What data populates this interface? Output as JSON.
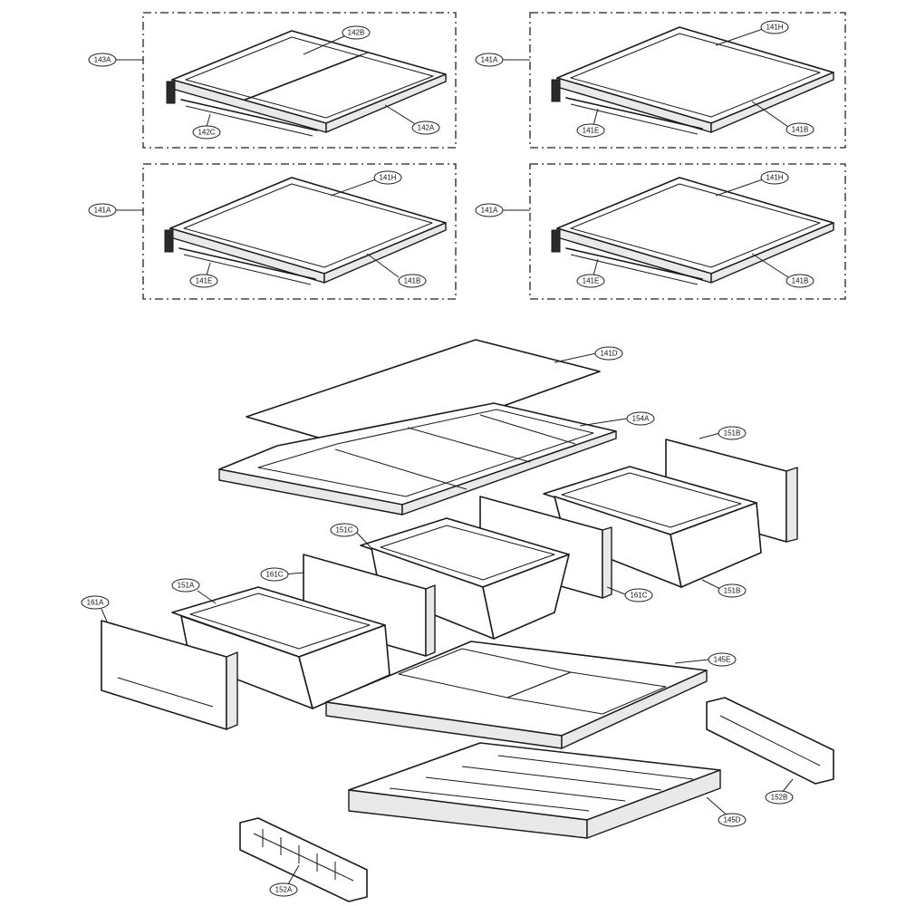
{
  "callouts": {
    "c143A": "143A",
    "c142B": "142B",
    "c142C": "142C",
    "c142A": "142A",
    "c141A_1": "141A",
    "c141H_1": "141H",
    "c141E_1": "141E",
    "c141B_1": "141B",
    "c141A_2": "141A",
    "c141H_2": "141H",
    "c141E_2": "141E",
    "c141B_2": "141B",
    "c141A_3": "141A",
    "c141H_3": "141H",
    "c141E_3": "141E",
    "c141B_3": "141B",
    "c141D": "141D",
    "c154A": "154A",
    "c151B": "151B",
    "c151C": "151C",
    "c161C_1": "161C",
    "c161C_2": "161C",
    "c151B_2": "151B",
    "c151A": "151A",
    "c161A": "161A",
    "c145E": "145E",
    "c152B": "152B",
    "c145D": "145D",
    "c152A": "152A"
  }
}
